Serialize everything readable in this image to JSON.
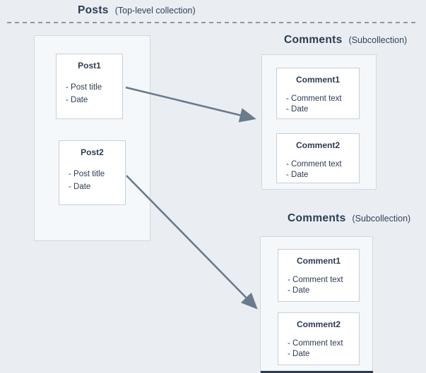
{
  "colors": {
    "background": "#eaeef3",
    "text": "#2c3c52",
    "arrow": "#6a7b8d",
    "container_fill": "#f5f8fa",
    "container_border": "#cfd8df",
    "card_border": "#c6cfd7",
    "dashed_line": "#8c98a5",
    "clipped_bottom_bar": "#2c3c52"
  },
  "posts_section": {
    "title": "Posts",
    "subtitle": "(Top-level collection)",
    "documents": [
      {
        "title": "Post1",
        "fields": [
          "- Post title",
          "- Date"
        ]
      },
      {
        "title": "Post2",
        "fields": [
          "- Post title",
          "- Date"
        ]
      }
    ]
  },
  "comments_sections": [
    {
      "title": "Comments",
      "subtitle": "(Subcollection)",
      "documents": [
        {
          "title": "Comment1",
          "fields": [
            "- Comment text",
            "- Date"
          ]
        },
        {
          "title": "Comment2",
          "fields": [
            "- Comment text",
            "- Date"
          ]
        }
      ]
    },
    {
      "title": "Comments",
      "subtitle": "(Subcollection)",
      "documents": [
        {
          "title": "Comment1",
          "fields": [
            "- Comment text",
            "- Date"
          ]
        },
        {
          "title": "Comment2",
          "fields": [
            "- Comment text",
            "- Date"
          ]
        }
      ]
    }
  ]
}
